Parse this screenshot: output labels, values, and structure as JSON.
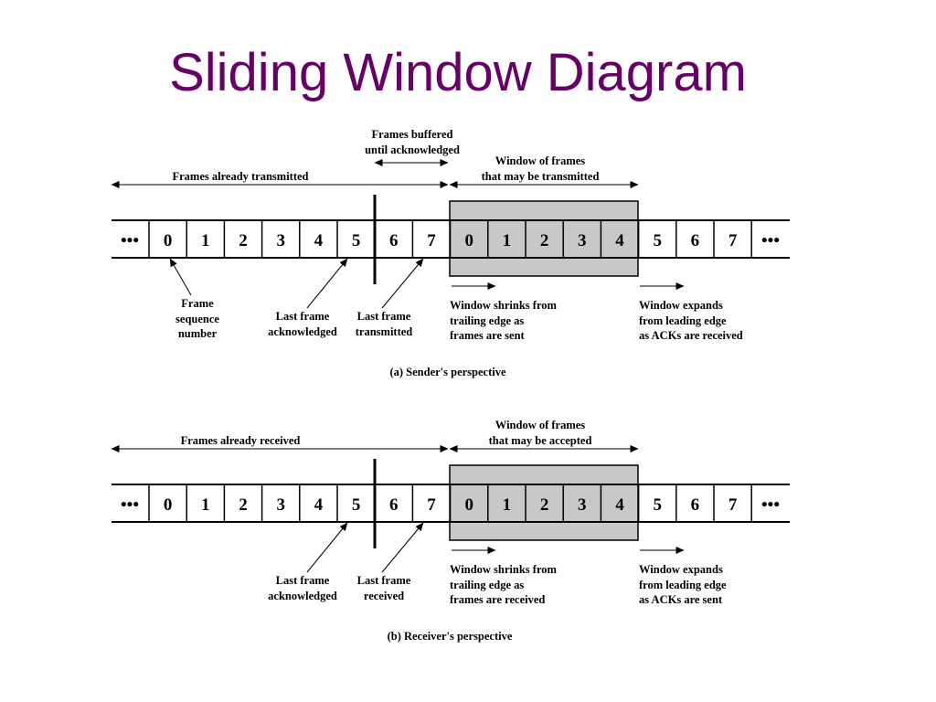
{
  "title": "Sliding Window Diagram",
  "ellipsis": "•••",
  "colors": {
    "title": "#660066",
    "window_fill": "#c8c8c8",
    "line": "#000000"
  },
  "sender": {
    "caption": "(a) Sender's perspective",
    "numbers_left": [
      "0",
      "1",
      "2",
      "3",
      "4",
      "5",
      "6",
      "7"
    ],
    "numbers_window": [
      "0",
      "1",
      "2",
      "3",
      "4"
    ],
    "numbers_right": [
      "5",
      "6",
      "7"
    ],
    "buffered_label": [
      "Frames buffered",
      "until acknowledged"
    ],
    "already_label": "Frames already transmitted",
    "window_label": [
      "Window of frames",
      "that may be transmitted"
    ],
    "seq_label": [
      "Frame",
      "sequence",
      "number"
    ],
    "last_ack_label": [
      "Last frame",
      "acknowledged"
    ],
    "last_tx_label": [
      "Last frame",
      "transmitted"
    ],
    "shrinks_label": [
      "Window shrinks from",
      "trailing edge as",
      "frames are sent"
    ],
    "expands_label": [
      "Window expands",
      "from leading edge",
      "as ACKs are received"
    ]
  },
  "receiver": {
    "caption": "(b) Receiver's perspective",
    "numbers_left": [
      "0",
      "1",
      "2",
      "3",
      "4",
      "5",
      "6",
      "7"
    ],
    "numbers_window": [
      "0",
      "1",
      "2",
      "3",
      "4"
    ],
    "numbers_right": [
      "5",
      "6",
      "7"
    ],
    "already_label": "Frames already received",
    "window_label": [
      "Window of frames",
      "that may be accepted"
    ],
    "last_ack_label": [
      "Last frame",
      "acknowledged"
    ],
    "last_rx_label": [
      "Last frame",
      "received"
    ],
    "shrinks_label": [
      "Window shrinks from",
      "trailing edge as",
      "frames are received"
    ],
    "expands_label": [
      "Window expands",
      "from leading edge",
      "as ACKs are sent"
    ]
  }
}
